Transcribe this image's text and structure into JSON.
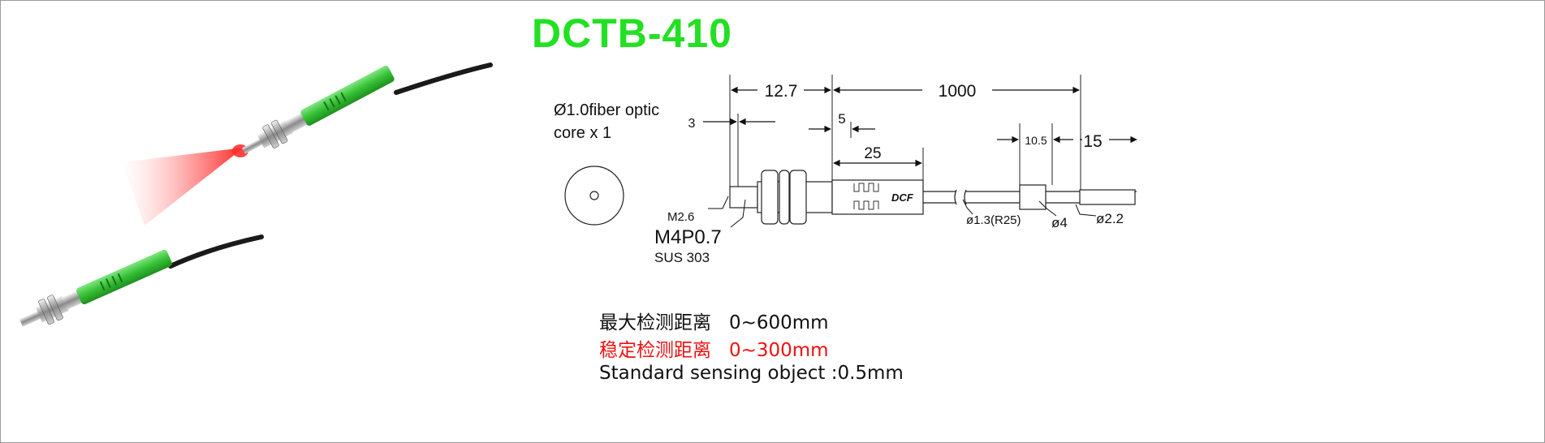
{
  "title": "DCTB-410",
  "fiber_note": {
    "line1": "Ø1.0fiber optic",
    "line2": "core x 1"
  },
  "dimensions": {
    "d_12_7": "12.7",
    "d_1000": "1000",
    "d_3": "3",
    "d_5": "5",
    "d_25": "25",
    "d_10_5": "10.5",
    "d_15": "15"
  },
  "labels": {
    "m2_6": "M2.6",
    "thread": "M4P0.7",
    "material": "SUS  303",
    "phi_1_3": "ø1.3(R25)",
    "phi_4": "ø4",
    "phi_2_2": "ø2.2",
    "logo": "DCF"
  },
  "specs": {
    "max_label": "最大检测距离",
    "max_value": "0~600mm",
    "stable_label": "稳定检测距离",
    "stable_value": "0~300mm",
    "standard": "Standard sensing object :0.5mm"
  },
  "colors": {
    "title": "#22e022",
    "sleeve": "#3ecb3e",
    "stable_text": "#ee1111",
    "beam": "#ff2a2a"
  }
}
